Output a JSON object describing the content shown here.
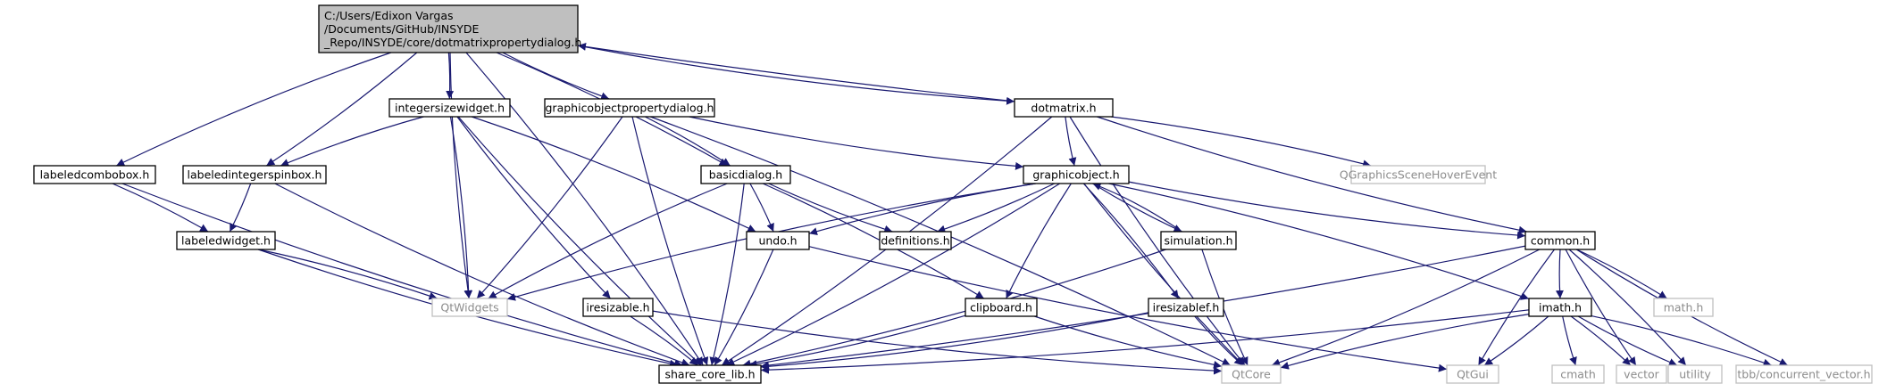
{
  "diagram": {
    "nodes": [
      {
        "id": "root",
        "kind": "root",
        "lines": [
          "C:/Users/Edixon Vargas",
          "/Documents/GitHub/INSYDE",
          "_Repo/INSYDE/core/dotmatrixpropertydialog.h"
        ]
      },
      {
        "id": "integersizewidget",
        "kind": "normal",
        "lines": [
          "integersizewidget.h"
        ]
      },
      {
        "id": "graphicobjectpropertydialog",
        "kind": "normal",
        "lines": [
          "graphicobjectpropertydialog.h"
        ]
      },
      {
        "id": "dotmatrix",
        "kind": "normal",
        "lines": [
          "dotmatrix.h"
        ]
      },
      {
        "id": "labeledcombobox",
        "kind": "normal",
        "lines": [
          "labeledcombobox.h"
        ]
      },
      {
        "id": "labeledintegerspinbox",
        "kind": "normal",
        "lines": [
          "labeledintegerspinbox.h"
        ]
      },
      {
        "id": "basicdialog",
        "kind": "normal",
        "lines": [
          "basicdialog.h"
        ]
      },
      {
        "id": "graphicobject",
        "kind": "normal",
        "lines": [
          "graphicobject.h"
        ]
      },
      {
        "id": "QGraphicsSceneHoverEvent",
        "kind": "external",
        "lines": [
          "QGraphicsSceneHoverEvent"
        ]
      },
      {
        "id": "labeledwidget",
        "kind": "normal",
        "lines": [
          "labeledwidget.h"
        ]
      },
      {
        "id": "undo",
        "kind": "normal",
        "lines": [
          "undo.h"
        ]
      },
      {
        "id": "definitions",
        "kind": "normal",
        "lines": [
          "definitions.h"
        ]
      },
      {
        "id": "simulation",
        "kind": "normal",
        "lines": [
          "simulation.h"
        ]
      },
      {
        "id": "common",
        "kind": "normal",
        "lines": [
          "common.h"
        ]
      },
      {
        "id": "QtWidgets",
        "kind": "external",
        "lines": [
          "QtWidgets"
        ]
      },
      {
        "id": "iresizable",
        "kind": "normal",
        "lines": [
          "iresizable.h"
        ]
      },
      {
        "id": "clipboard",
        "kind": "normal",
        "lines": [
          "clipboard.h"
        ]
      },
      {
        "id": "iresizablef",
        "kind": "normal",
        "lines": [
          "iresizablef.h"
        ]
      },
      {
        "id": "imath",
        "kind": "normal",
        "lines": [
          "imath.h"
        ]
      },
      {
        "id": "mathh",
        "kind": "external",
        "lines": [
          "math.h"
        ]
      },
      {
        "id": "share_core_lib",
        "kind": "normal",
        "lines": [
          "share_core_lib.h"
        ]
      },
      {
        "id": "QtCore",
        "kind": "external",
        "lines": [
          "QtCore"
        ]
      },
      {
        "id": "QtGui",
        "kind": "external",
        "lines": [
          "QtGui"
        ]
      },
      {
        "id": "cmath",
        "kind": "external",
        "lines": [
          "cmath"
        ]
      },
      {
        "id": "vector",
        "kind": "external",
        "lines": [
          "vector"
        ]
      },
      {
        "id": "utility",
        "kind": "external",
        "lines": [
          "utility"
        ]
      },
      {
        "id": "tbb",
        "kind": "external",
        "lines": [
          "tbb/concurrent_vector.h"
        ]
      }
    ],
    "edges": [
      [
        "root",
        "share_core_lib"
      ],
      [
        "root",
        "labeledcombobox"
      ],
      [
        "root",
        "labeledintegerspinbox"
      ],
      [
        "root",
        "QtWidgets"
      ],
      [
        "root",
        "integersizewidget"
      ],
      [
        "root",
        "graphicobjectpropertydialog"
      ],
      [
        "root",
        "basicdialog"
      ],
      [
        "root",
        "dotmatrix"
      ],
      [
        "dotmatrix",
        "root"
      ],
      [
        "integersizewidget",
        "labeledintegerspinbox"
      ],
      [
        "integersizewidget",
        "QtWidgets"
      ],
      [
        "integersizewidget",
        "share_core_lib"
      ],
      [
        "integersizewidget",
        "undo"
      ],
      [
        "integersizewidget",
        "iresizable"
      ],
      [
        "graphicobjectpropertydialog",
        "basicdialog"
      ],
      [
        "graphicobjectpropertydialog",
        "graphicobject"
      ],
      [
        "graphicobjectpropertydialog",
        "QtWidgets"
      ],
      [
        "graphicobjectpropertydialog",
        "share_core_lib"
      ],
      [
        "graphicobjectpropertydialog",
        "QtCore"
      ],
      [
        "dotmatrix",
        "graphicobject"
      ],
      [
        "dotmatrix",
        "QGraphicsSceneHoverEvent"
      ],
      [
        "dotmatrix",
        "common"
      ],
      [
        "dotmatrix",
        "share_core_lib"
      ],
      [
        "dotmatrix",
        "QtCore"
      ],
      [
        "labeledcombobox",
        "labeledwidget"
      ],
      [
        "labeledcombobox",
        "share_core_lib"
      ],
      [
        "labeledintegerspinbox",
        "labeledwidget"
      ],
      [
        "labeledintegerspinbox",
        "share_core_lib"
      ],
      [
        "labeledwidget",
        "QtWidgets"
      ],
      [
        "labeledwidget",
        "share_core_lib"
      ],
      [
        "basicdialog",
        "undo"
      ],
      [
        "basicdialog",
        "definitions"
      ],
      [
        "basicdialog",
        "clipboard"
      ],
      [
        "basicdialog",
        "QtWidgets"
      ],
      [
        "basicdialog",
        "share_core_lib"
      ],
      [
        "graphicobject",
        "undo"
      ],
      [
        "graphicobject",
        "definitions"
      ],
      [
        "graphicobject",
        "simulation"
      ],
      [
        "simulation",
        "graphicobject"
      ],
      [
        "graphicobject",
        "common"
      ],
      [
        "graphicobject",
        "imath"
      ],
      [
        "graphicobject",
        "QtWidgets"
      ],
      [
        "graphicobject",
        "share_core_lib"
      ],
      [
        "graphicobject",
        "clipboard"
      ],
      [
        "graphicobject",
        "iresizablef"
      ],
      [
        "graphicobject",
        "QtCore"
      ],
      [
        "undo",
        "share_core_lib"
      ],
      [
        "undo",
        "QtGui"
      ],
      [
        "simulation",
        "share_core_lib"
      ],
      [
        "simulation",
        "QtCore"
      ],
      [
        "common",
        "share_core_lib"
      ],
      [
        "common",
        "imath"
      ],
      [
        "common",
        "QtCore"
      ],
      [
        "common",
        "QtGui"
      ],
      [
        "common",
        "mathh"
      ],
      [
        "common",
        "vector"
      ],
      [
        "common",
        "utility"
      ],
      [
        "common",
        "tbb"
      ],
      [
        "iresizable",
        "share_core_lib"
      ],
      [
        "iresizable",
        "QtCore"
      ],
      [
        "clipboard",
        "share_core_lib"
      ],
      [
        "clipboard",
        "QtCore"
      ],
      [
        "iresizablef",
        "share_core_lib"
      ],
      [
        "iresizablef",
        "QtCore"
      ],
      [
        "imath",
        "share_core_lib"
      ],
      [
        "imath",
        "QtCore"
      ],
      [
        "imath",
        "QtGui"
      ],
      [
        "imath",
        "cmath"
      ],
      [
        "imath",
        "vector"
      ],
      [
        "imath",
        "utility"
      ],
      [
        "imath",
        "tbb"
      ]
    ]
  }
}
